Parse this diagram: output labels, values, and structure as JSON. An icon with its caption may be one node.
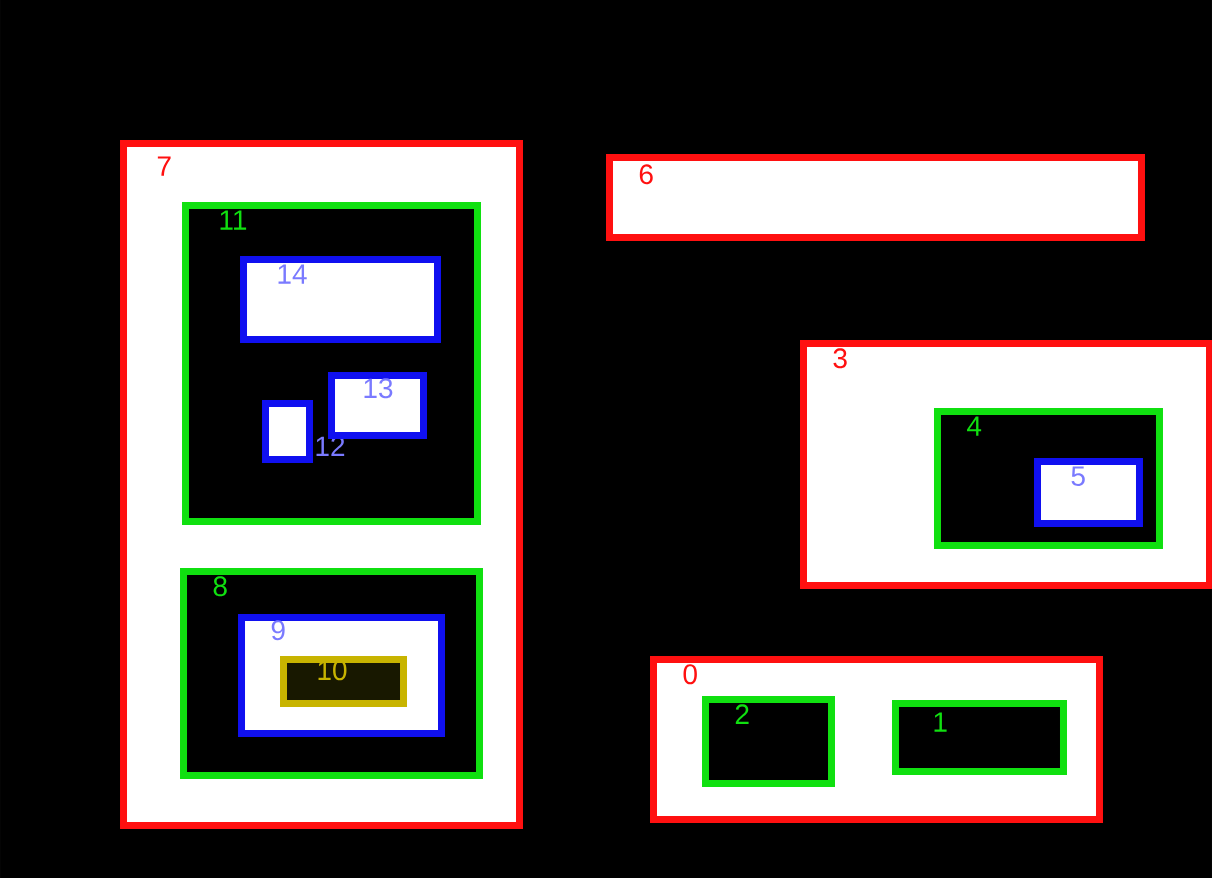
{
  "diagram": {
    "nodes": [
      {
        "text": [
          "0"
        ]
      },
      {
        "text": [
          "1"
        ],
        "in": 0
      },
      {
        "text": [
          "2"
        ],
        "in": 0
      },
      {
        "text": [
          "3"
        ]
      },
      {
        "text": [
          "4"
        ],
        "in": 3
      },
      {
        "text": [
          "5"
        ],
        "in": 4
      },
      {
        "text": [
          "6"
        ]
      },
      {
        "text": [
          "7"
        ]
      },
      {
        "text": [
          "8"
        ],
        "in": 7
      },
      {
        "text": [
          "9"
        ],
        "in": 8
      },
      {
        "text": [
          "10"
        ],
        "in": 9
      },
      {
        "text": [
          "11"
        ],
        "in": 7
      },
      {
        "text": [
          "12"
        ],
        "in": 11
      },
      {
        "text": [
          "13"
        ],
        "in": 11
      },
      {
        "text": [
          "14"
        ],
        "in": 11
      }
    ]
  }
}
